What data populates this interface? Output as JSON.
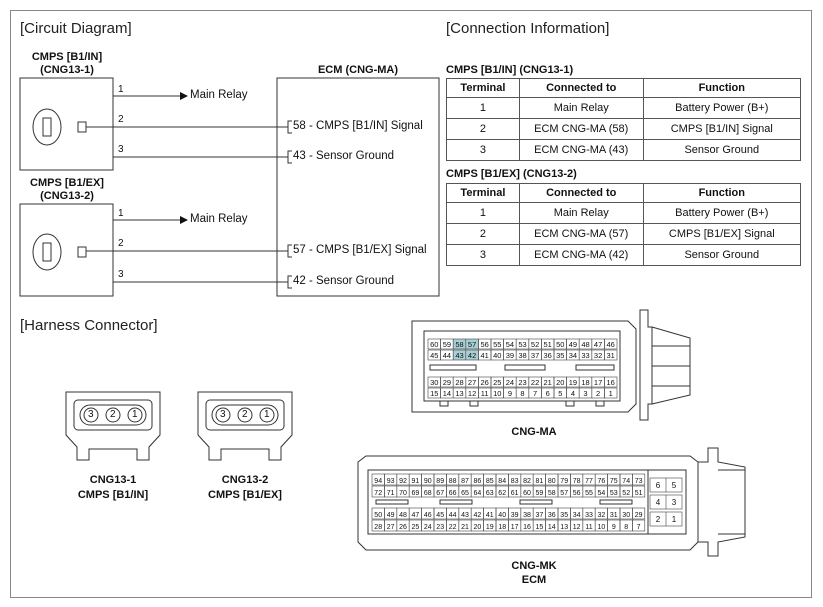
{
  "sections": {
    "circuit": "[Circuit Diagram]",
    "connection": "[Connection Information]",
    "harness": "[Harness Connector]"
  },
  "circuit": {
    "ecm_title": "ECM (CNG-MA)",
    "cmps_in": {
      "label": "CMPS [B1/IN]",
      "code": "(CNG13-1)",
      "pins": [
        "1",
        "2",
        "3"
      ]
    },
    "cmps_ex": {
      "label": "CMPS [B1/EX]",
      "code": "(CNG13-2)",
      "pins": [
        "1",
        "2",
        "3"
      ]
    },
    "main_relay": "Main Relay",
    "ecm_pins": [
      "58 - CMPS [B1/IN] Signal",
      "43 - Sensor Ground",
      "57 - CMPS [B1/EX] Signal",
      "42 - Sensor Ground"
    ]
  },
  "connection": {
    "headers": [
      "Terminal",
      "Connected to",
      "Function"
    ],
    "tables": [
      {
        "caption": "CMPS [B1/IN] (CNG13-1)",
        "rows": [
          [
            "1",
            "Main Relay",
            "Battery Power (B+)"
          ],
          [
            "2",
            "ECM CNG-MA (58)",
            "CMPS [B1/IN] Signal"
          ],
          [
            "3",
            "ECM CNG-MA (43)",
            "Sensor Ground"
          ]
        ]
      },
      {
        "caption": "CMPS [B1/EX] (CNG13-2)",
        "rows": [
          [
            "1",
            "Main Relay",
            "Battery Power (B+)"
          ],
          [
            "2",
            "ECM CNG-MA (57)",
            "CMPS [B1/EX] Signal"
          ],
          [
            "3",
            "ECM CNG-MA (42)",
            "Sensor Ground"
          ]
        ]
      }
    ]
  },
  "harness": {
    "cng13_1": {
      "code": "CNG13-1",
      "name": "CMPS [B1/IN]",
      "pins": [
        "3",
        "2",
        "1"
      ]
    },
    "cng13_2": {
      "code": "CNG13-2",
      "name": "CMPS [B1/EX]",
      "pins": [
        "3",
        "2",
        "1"
      ]
    },
    "cng_ma": {
      "label": "CNG-MA",
      "rows": [
        [
          "60",
          "59",
          "58",
          "57",
          "56",
          "55",
          "54",
          "53",
          "52",
          "51",
          "50",
          "49",
          "48",
          "47",
          "46"
        ],
        [
          "45",
          "44",
          "43",
          "42",
          "41",
          "40",
          "39",
          "38",
          "37",
          "36",
          "35",
          "34",
          "33",
          "32",
          "31"
        ],
        [
          "30",
          "29",
          "28",
          "27",
          "26",
          "25",
          "24",
          "23",
          "22",
          "21",
          "20",
          "19",
          "18",
          "17",
          "16"
        ],
        [
          "15",
          "14",
          "13",
          "12",
          "11",
          "10",
          "9",
          "8",
          "7",
          "6",
          "5",
          "4",
          "3",
          "2",
          "1"
        ]
      ],
      "highlight": [
        "58",
        "57",
        "43",
        "42"
      ],
      "highlight_color": "#a9cfd6"
    },
    "cng_mk": {
      "label": "CNG-MK",
      "sublabel": "ECM",
      "rows": [
        [
          "94",
          "93",
          "92",
          "91",
          "90",
          "89",
          "88",
          "87",
          "86",
          "85",
          "84",
          "83",
          "82",
          "81",
          "80",
          "79",
          "78",
          "77",
          "76",
          "75",
          "74",
          "73"
        ],
        [
          "72",
          "71",
          "70",
          "69",
          "68",
          "67",
          "66",
          "65",
          "64",
          "63",
          "62",
          "61",
          "60",
          "59",
          "58",
          "57",
          "56",
          "55",
          "54",
          "53",
          "52",
          "51"
        ],
        [
          "50",
          "49",
          "48",
          "47",
          "46",
          "45",
          "44",
          "43",
          "42",
          "41",
          "40",
          "39",
          "38",
          "37",
          "36",
          "35",
          "34",
          "33",
          "32",
          "31",
          "30",
          "29"
        ],
        [
          "28",
          "27",
          "26",
          "25",
          "24",
          "23",
          "22",
          "21",
          "20",
          "19",
          "18",
          "17",
          "16",
          "15",
          "14",
          "13",
          "12",
          "11",
          "10",
          "9",
          "8",
          "7"
        ]
      ],
      "side_rows": [
        [
          "6",
          "5"
        ],
        [
          "4",
          "3"
        ],
        [
          "2",
          "1"
        ]
      ]
    }
  }
}
